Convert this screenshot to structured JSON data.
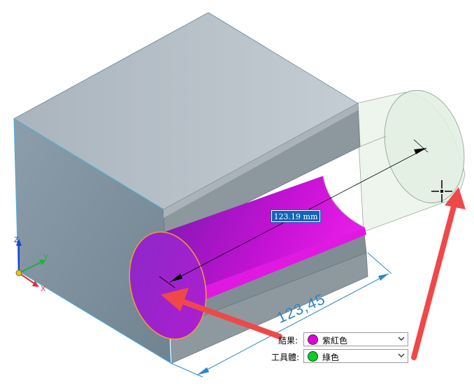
{
  "dimension": {
    "length_value": "123.19 mm",
    "width_value": "123,45"
  },
  "color_panel": {
    "result_label": "結果:",
    "result_value": "紫紅色",
    "result_color": "#e000e0",
    "tool_label": "工具體:",
    "tool_value": "綠色",
    "tool_color": "#00d020"
  },
  "triad": {
    "x_label": "X",
    "y_label": "Y",
    "z_label": "Z",
    "x_color": "#e03030",
    "y_color": "#20b040",
    "z_color": "#2040d0"
  },
  "colors": {
    "annotation_arrow": "#f04848",
    "dimension_line": "#2f86c9",
    "box_top": "#b4bec6",
    "box_front": "#7d919f",
    "cut_surface": "#d012d6"
  },
  "icons": {
    "cursor": "crosshair-cursor-icon",
    "dropdown": "chevron-down-icon"
  }
}
